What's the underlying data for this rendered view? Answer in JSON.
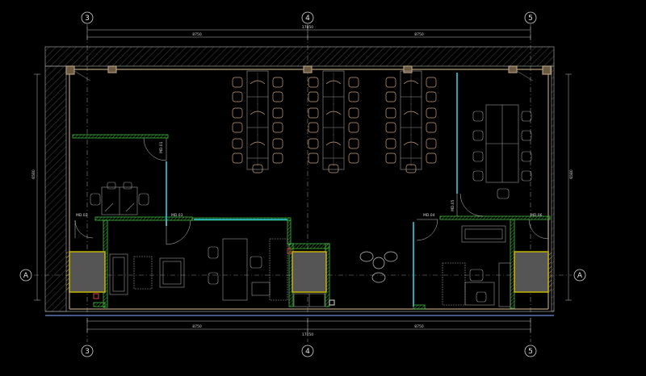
{
  "drawing": {
    "background": "#000000",
    "colors": {
      "line_white": "#cfcfcf",
      "wall_tan": "#b59a78",
      "partition_green": "#3fbf3f",
      "hatch_yellow": "#c8b400",
      "door_cyan": "#2bb7c8",
      "furniture": "#9c9c9c",
      "chair_orange": "#c9a07a",
      "accent_red": "#d84040",
      "grid_line": "#d0d0d0"
    }
  },
  "grid": {
    "columns": [
      {
        "label": "3"
      },
      {
        "label": "4"
      },
      {
        "label": "5"
      }
    ],
    "rows": [
      {
        "label": "A"
      }
    ]
  },
  "dimensions": {
    "top_total": "17050",
    "top_left_span": "8750",
    "top_right_span": "8750",
    "bottom_total": "17050",
    "bottom_left_span": "8750",
    "bottom_right_span": "8750",
    "left_height": "6580",
    "right_height": "6580"
  },
  "door_tags": [
    {
      "label": "MD.01"
    },
    {
      "label": "MD.02"
    },
    {
      "label": "MD.03"
    },
    {
      "label": "MD.04"
    },
    {
      "label": "MD.05"
    },
    {
      "label": "MD.06"
    }
  ]
}
